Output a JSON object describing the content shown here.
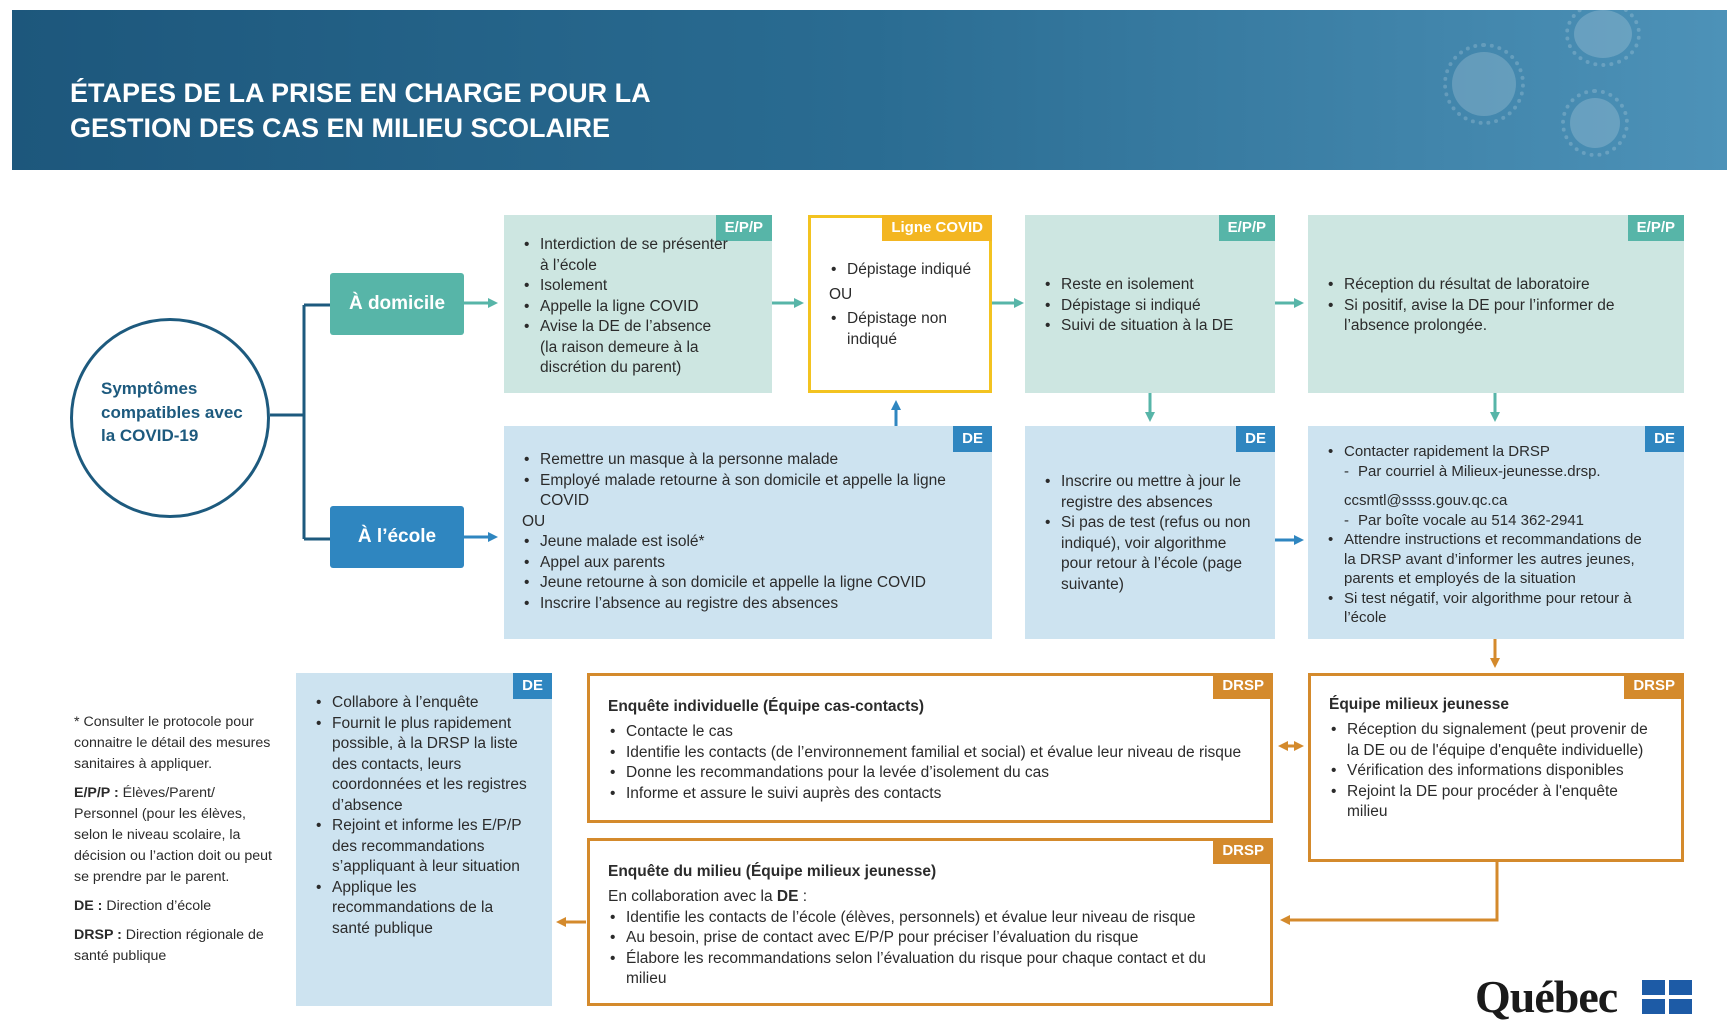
{
  "header": {
    "title_line1": "ÉTAPES DE LA PRISE EN CHARGE POUR LA",
    "title_line2": "GESTION DES CAS EN MILIEU SCOLAIRE"
  },
  "start": {
    "line1": "Symptômes",
    "line2": "compatibles avec",
    "line3": "la COVID-19"
  },
  "branches": {
    "home": "À domicile",
    "school": "À l’école"
  },
  "tags": {
    "epp": "E/P/P",
    "de": "DE",
    "covid": "Ligne COVID",
    "drsp": "DRSP"
  },
  "home_box": {
    "items": [
      "Interdiction de se présenter à l’école",
      "Isolement",
      "Appelle la ligne COVID",
      "Avise la DE de l’absence (la raison demeure à la discrétion du parent)"
    ]
  },
  "covid_box": {
    "item1": "Dépistage indiqué",
    "or": "OU",
    "item2": "Dépistage non indiqué"
  },
  "isolation_box": {
    "items": [
      "Reste en isolement",
      "Dépistage si indiqué",
      "Suivi de situation à la DE"
    ]
  },
  "result_box": {
    "items": [
      "Réception du résultat de laboratoire",
      "Si positif, avise la DE pour l’informer de l’absence prolongée."
    ]
  },
  "school_box": {
    "items_a": [
      "Remettre un masque à la personne malade",
      "Employé malade retourne à son domicile et appelle la ligne COVID"
    ],
    "or": "OU",
    "items_b": [
      "Jeune malade est isolé*",
      "Appel aux parents",
      "Jeune retourne à son domicile et appelle la ligne COVID",
      "Inscrire l’absence au registre des absences"
    ]
  },
  "register_box": {
    "items": [
      "Inscrire ou mettre à jour le registre des absences",
      "Si pas de test (refus ou non indiqué), voir algorithme pour retour à l’école (page suivante)"
    ]
  },
  "contact_box": {
    "item1": "Contacter rapidement la DRSP",
    "sub1": "Par courriel à Milieux-jeunesse.drsp.",
    "email": "ccsmtl@ssss.gouv.qc.ca",
    "sub2": "Par boîte vocale au 514 362-2941",
    "item2": "Attendre instructions et recommandations de la DRSP avant d’informer les autres jeunes, parents et employés de la situation",
    "item3": "Si test négatif, voir algorithme pour retour à l’école"
  },
  "collab_box": {
    "items": [
      "Collabore à l’enquête",
      "Fournit le plus rapidement possible, à la DRSP la liste des contacts, leurs coordonnées et les registres d’absence",
      "Rejoint et informe les E/P/P des recommandations s’appliquant à leur situation",
      "Applique les recommandations de la santé publique"
    ]
  },
  "individual_box": {
    "title": "Enquête individuelle (Équipe cas-contacts)",
    "items": [
      "Contacte le cas",
      "Identifie les contacts (de l’environnement familial et social) et évalue leur niveau de risque",
      "Donne les recommandations pour la levée d’isolement du cas",
      "Informe et assure le suivi auprès des contacts"
    ]
  },
  "youth_box": {
    "title": "Équipe milieux jeunesse",
    "items": [
      "Réception du signalement (peut provenir de la DE ou de l'équipe d'enquête individuelle)",
      "Vérification des informations disponibles",
      "Rejoint la DE pour procéder à l'enquête milieu"
    ]
  },
  "milieu_box": {
    "title": "Enquête du milieu (Équipe milieux jeunesse)",
    "intro_prefix": "En collaboration avec la ",
    "intro_bold": "DE",
    "intro_suffix": " :",
    "items": [
      "Identifie les contacts de l’école (élèves, personnels) et évalue leur niveau de risque",
      "Au besoin, prise de contact avec E/P/P pour préciser l’évaluation du risque",
      "Élabore les recommandations selon l’évaluation du risque pour chaque contact et du milieu"
    ]
  },
  "legend": {
    "note": "* Consulter le protocole pour connaitre le détail des mesures sanitaires à appliquer.",
    "epp_label": "E/P/P :",
    "epp_text": " Élèves/Parent/ Personnel (pour les élèves, selon le niveau scolaire, la décision ou l’action doit ou peut se prendre par le parent.",
    "de_label": "DE :",
    "de_text": " Direction d’école",
    "drsp_label": "DRSP :",
    "drsp_text": " Direction régionale de santé publique"
  },
  "logo": {
    "text": "Québec"
  },
  "colors": {
    "header": "#1d577c",
    "green_box": "#cde6e1",
    "green_accent": "#57b5a8",
    "blue_box": "#cde3f0",
    "blue_accent": "#2f86c0",
    "covid_yellow": "#f3c320",
    "drsp_orange": "#d48a2c",
    "navy": "#1d5a7e"
  }
}
